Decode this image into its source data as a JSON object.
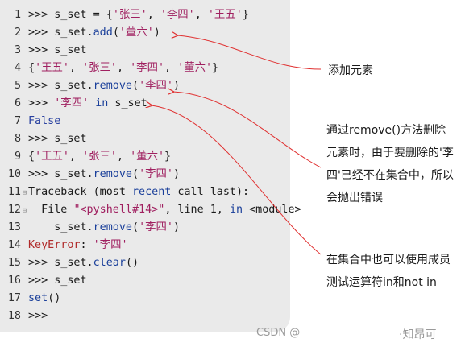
{
  "code_lines": [
    {
      "num": "1",
      "parts": [
        {
          "t": ">>> s_set = {"
        },
        {
          "t": "'张三'",
          "c": "str"
        },
        {
          "t": ", "
        },
        {
          "t": "'李四'",
          "c": "str"
        },
        {
          "t": ", "
        },
        {
          "t": "'王五'",
          "c": "str"
        },
        {
          "t": "}"
        }
      ]
    },
    {
      "num": "2",
      "parts": [
        {
          "t": ">>> s_set."
        },
        {
          "t": "add",
          "c": "fn"
        },
        {
          "t": "("
        },
        {
          "t": "'董六'",
          "c": "str"
        },
        {
          "t": ")"
        }
      ]
    },
    {
      "num": "3",
      "parts": [
        {
          "t": ">>> s_set"
        }
      ]
    },
    {
      "num": "4",
      "parts": [
        {
          "t": "{"
        },
        {
          "t": "'王五'",
          "c": "str"
        },
        {
          "t": ", "
        },
        {
          "t": "'张三'",
          "c": "str"
        },
        {
          "t": ", "
        },
        {
          "t": "'李四'",
          "c": "str"
        },
        {
          "t": ", "
        },
        {
          "t": "'董六'",
          "c": "str"
        },
        {
          "t": "}"
        }
      ]
    },
    {
      "num": "5",
      "parts": [
        {
          "t": ">>> s_set."
        },
        {
          "t": "remove",
          "c": "fn"
        },
        {
          "t": "("
        },
        {
          "t": "'李四'",
          "c": "str"
        },
        {
          "t": ")"
        }
      ]
    },
    {
      "num": "6",
      "parts": [
        {
          "t": ">>> "
        },
        {
          "t": "'李四'",
          "c": "str"
        },
        {
          "t": " "
        },
        {
          "t": "in",
          "c": "kw"
        },
        {
          "t": " s_set"
        }
      ]
    },
    {
      "num": "7",
      "parts": [
        {
          "t": "False",
          "c": "bool"
        }
      ]
    },
    {
      "num": "8",
      "parts": [
        {
          "t": ">>> s_set"
        }
      ]
    },
    {
      "num": "9",
      "parts": [
        {
          "t": "{"
        },
        {
          "t": "'王五'",
          "c": "str"
        },
        {
          "t": ", "
        },
        {
          "t": "'张三'",
          "c": "str"
        },
        {
          "t": ", "
        },
        {
          "t": "'董六'",
          "c": "str"
        },
        {
          "t": "}"
        }
      ]
    },
    {
      "num": "10",
      "parts": [
        {
          "t": ">>> s_set."
        },
        {
          "t": "remove",
          "c": "fn"
        },
        {
          "t": "("
        },
        {
          "t": "'李四'",
          "c": "str"
        },
        {
          "t": ")"
        }
      ]
    },
    {
      "num": "11",
      "fold": "⊟",
      "parts": [
        {
          "t": "Traceback (most "
        },
        {
          "t": "recent",
          "c": "fn"
        },
        {
          "t": " call last):"
        }
      ]
    },
    {
      "num": "12",
      "fold": "⊟",
      "parts": [
        {
          "t": "  File "
        },
        {
          "t": "\"<pyshell#14>\"",
          "c": "str"
        },
        {
          "t": ", line 1, "
        },
        {
          "t": "in",
          "c": "kw"
        },
        {
          "t": " <module>"
        }
      ]
    },
    {
      "num": "13",
      "parts": [
        {
          "t": "    s_set."
        },
        {
          "t": "remove",
          "c": "fn"
        },
        {
          "t": "("
        },
        {
          "t": "'李四'",
          "c": "str"
        },
        {
          "t": ")"
        }
      ]
    },
    {
      "num": "14",
      "parts": [
        {
          "t": "KeyError",
          "c": "err"
        },
        {
          "t": ": "
        },
        {
          "t": "'李四'",
          "c": "str"
        }
      ]
    },
    {
      "num": "15",
      "parts": [
        {
          "t": ">>> s_set."
        },
        {
          "t": "clear",
          "c": "fn"
        },
        {
          "t": "()"
        }
      ]
    },
    {
      "num": "16",
      "parts": [
        {
          "t": ">>> s_set"
        }
      ]
    },
    {
      "num": "17",
      "parts": [
        {
          "t": "set",
          "c": "fn"
        },
        {
          "t": "()"
        }
      ]
    },
    {
      "num": "18",
      "parts": [
        {
          "t": ">>>"
        }
      ]
    }
  ],
  "annotations": {
    "add": "添加元素",
    "remove": "通过remove()方法删除元素时，由于要删除的'李四'已经不在集合中，所以会抛出错误",
    "clear": "在集合中也可以使用成员测试运算符in和not in"
  },
  "watermarks": {
    "csdn": "CSDN @",
    "zhihu": "·知昂可"
  },
  "colors": {
    "panel_bg": "#eaeaea",
    "string": "#a02060",
    "function": "#1a3f9a",
    "error": "#b02a2a",
    "arrow": "#e03030"
  }
}
